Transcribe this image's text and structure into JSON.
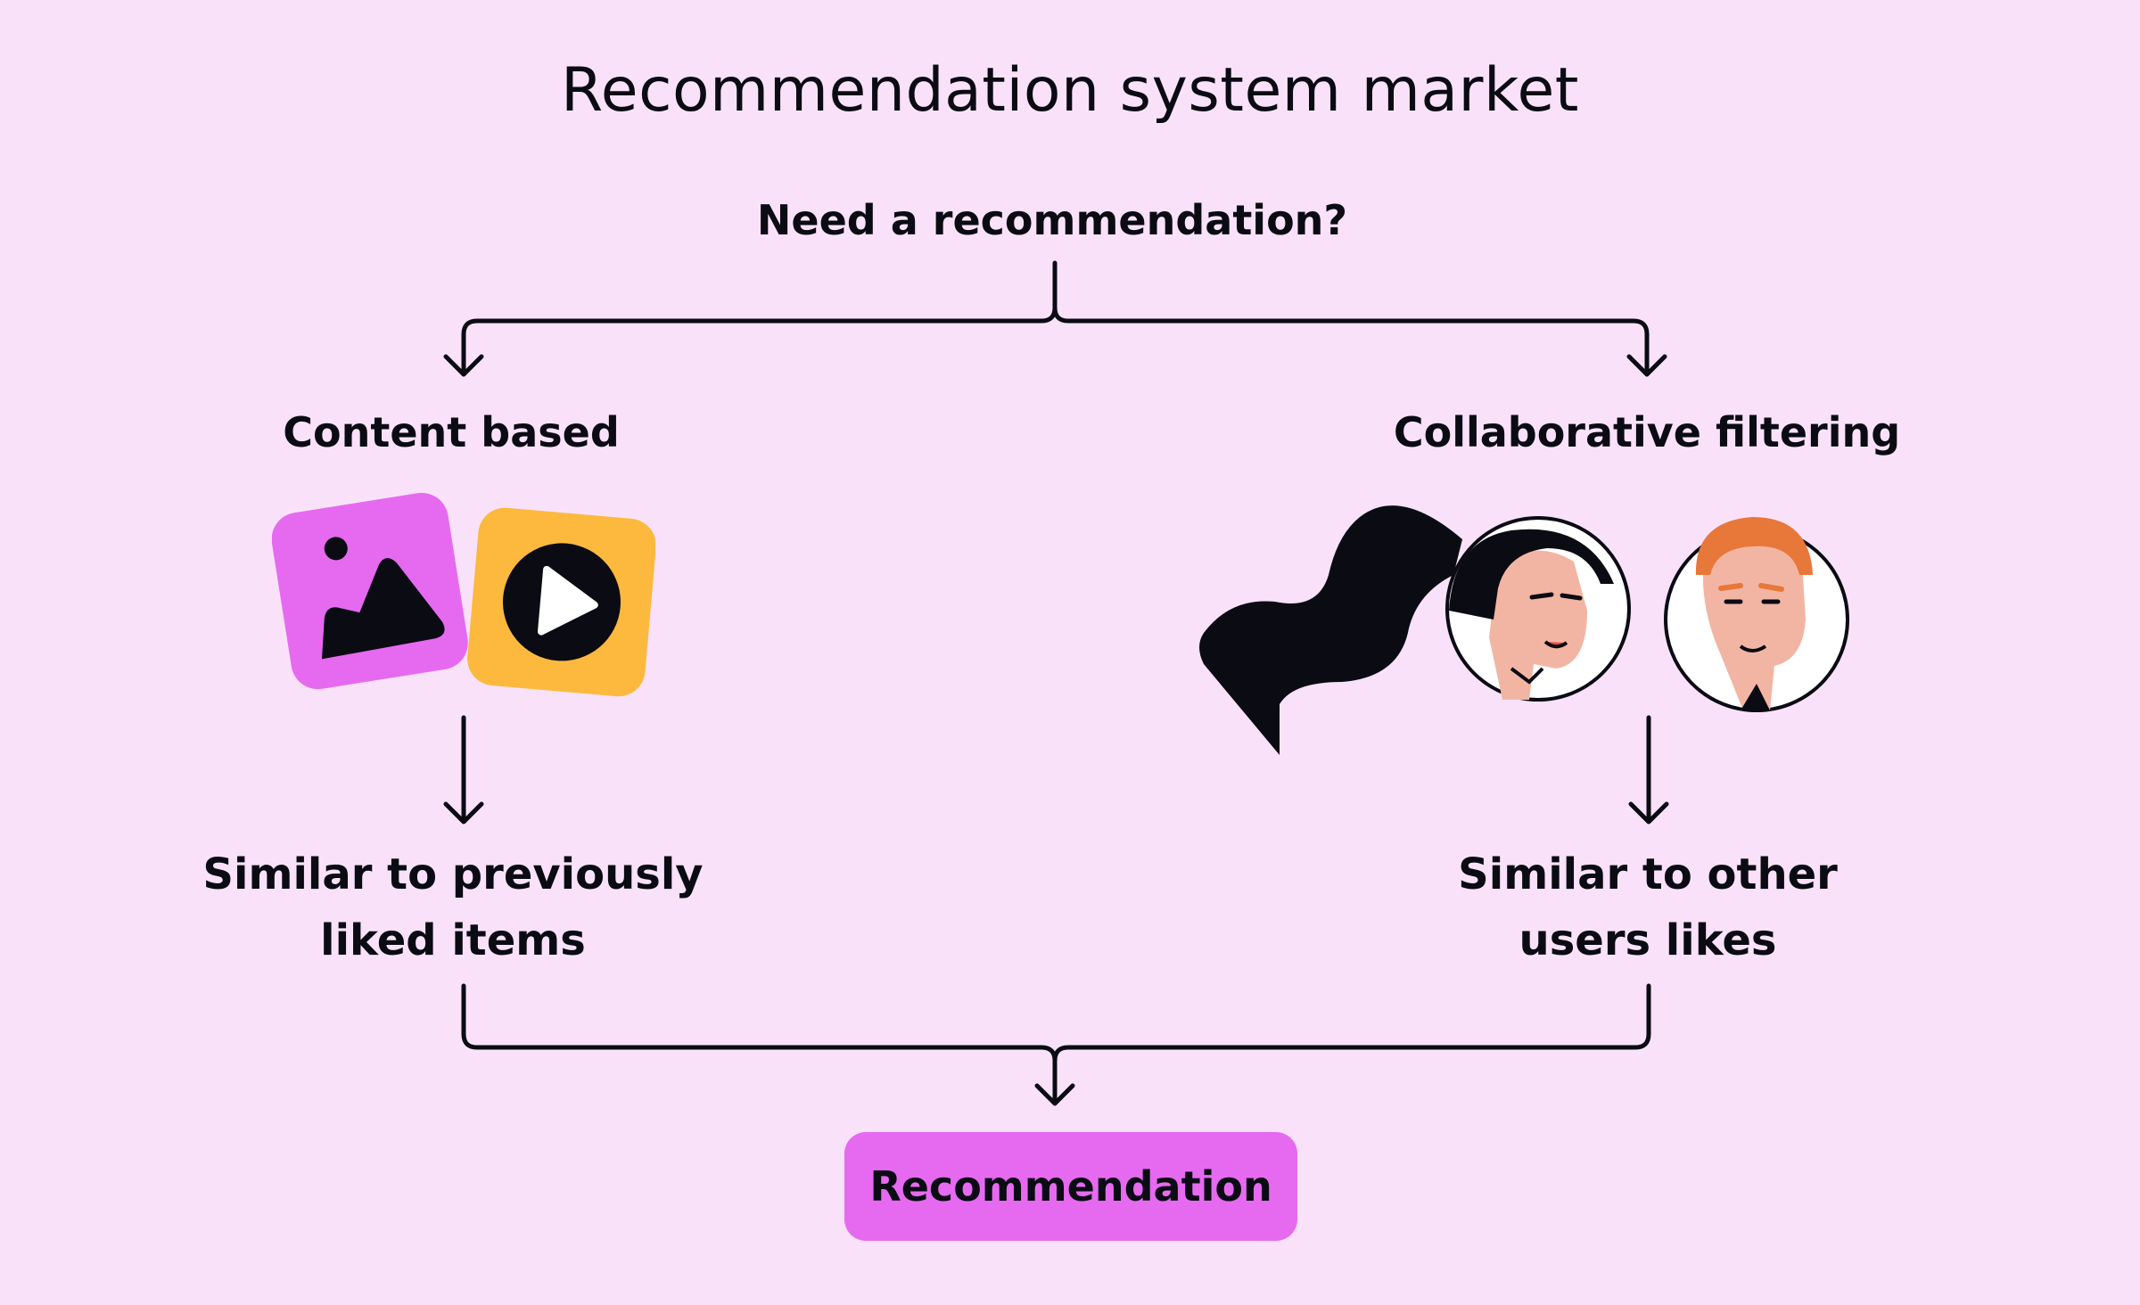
{
  "diagram": {
    "title": "Recommendation system market",
    "question": "Need a recommendation?",
    "branches": {
      "content_based": "Content based",
      "collaborative": "Collaborative filtering"
    },
    "results": {
      "content_line1": "Similar to previously",
      "content_line2": "liked items",
      "collab_line1": "Similar to other",
      "collab_line2": "users likes"
    },
    "outcome": "Recommendation"
  },
  "colors": {
    "background": "#f9e2f9",
    "accent_pink": "#e66af0",
    "accent_yellow": "#fcb93d",
    "ink": "#0b0b14",
    "hair_orange": "#e8773a",
    "skin": "#f3b5a3"
  },
  "icons": {
    "image_card": "image-icon",
    "video_card": "play-icon",
    "user_woman": "woman-avatar-icon",
    "user_man": "man-avatar-icon"
  }
}
